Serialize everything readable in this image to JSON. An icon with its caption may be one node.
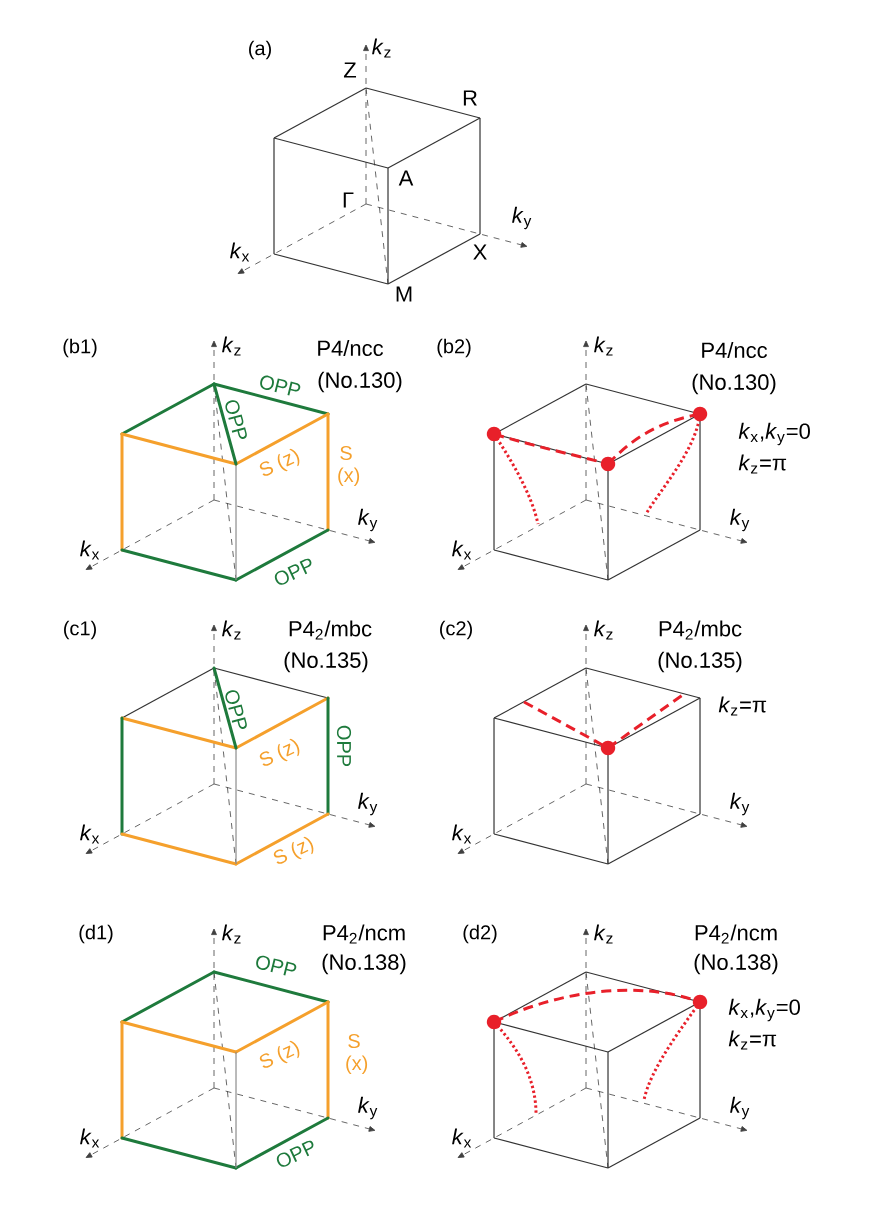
{
  "diagram": {
    "labels": [
      "(a)",
      "*k*$_{z}$",
      "Z",
      "R",
      "A",
      "Γ",
      "*k*$_{y}$",
      "*k*$_{x}$",
      "X",
      "M",
      "(b1)",
      "*k*$_{z}$",
      "P4/ncc",
      "OPP",
      "(No.130)",
      "OPP",
      "S (z)",
      "S (x)",
      "*k*$_{y}$",
      "*k*$_{x}$",
      "OPP",
      "(b2)",
      "*k*$_{z}$",
      "P4/ncc",
      "(No.130)",
      "*k*$_{x}$,*k*$_{y}$=0",
      "*k*$_{z}$=π",
      "*k*$_{y}$",
      "*k*$_{x}$",
      "(c1)",
      "*k*$_{z}$",
      "P4$_{2}$/mbc",
      "(No.135)",
      "OPP",
      "S (z)",
      "OPP",
      "*k*$_{y}$",
      "*k*$_{x}$",
      "S (z)",
      "(c2)",
      "*k*$_{z}$",
      "P4$_{2}$/mbc",
      "(No.135)",
      "*k*$_{z}$=π",
      "*k*$_{y}$",
      "*k*$_{x}$",
      "(d1)",
      "*k*$_{z}$",
      "P4$_{2}$/ncm",
      "OPP",
      "(No.138)",
      "S (z)",
      "S (x)",
      "*k*$_{y}$",
      "*k*$_{x}$",
      "OPP",
      "(d2)",
      "*k*$_{z}$",
      "P4$_{2}$/ncm",
      "(No.138)",
      "*k*$_{x}$,*k*$_{y}$=0",
      "*k*$_{z}$=π",
      "*k*$_{y}$",
      "*k*$_{x}$"
    ]
  }
}
